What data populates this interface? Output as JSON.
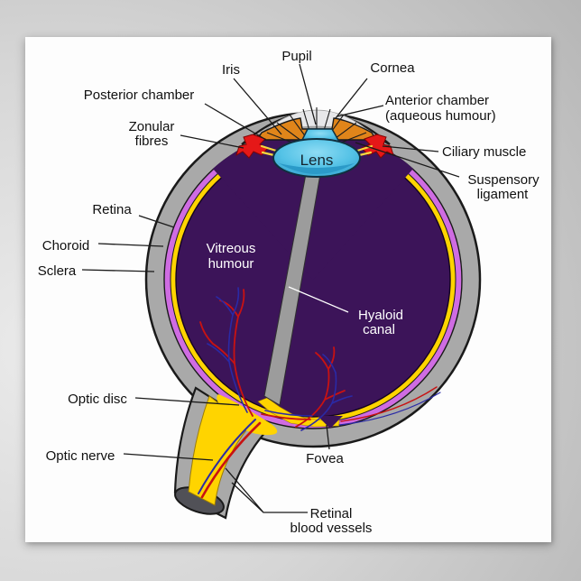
{
  "poster": {
    "labels": {
      "pupil": "Pupil",
      "iris": "Iris",
      "cornea": "Cornea",
      "posterior_chamber": "Posterior chamber",
      "zonular_1": "Zonular",
      "zonular_2": "fibres",
      "anterior_1": "Anterior chamber",
      "anterior_2": "(aqueous humour)",
      "ciliary": "Ciliary muscle",
      "suspensory_1": "Suspensory",
      "suspensory_2": "ligament",
      "retina": "Retina",
      "choroid": "Choroid",
      "sclera": "Sclera",
      "vitreous_1": "Vitreous",
      "vitreous_2": "humour",
      "hyaloid_1": "Hyaloid",
      "hyaloid_2": "canal",
      "lens": "Lens",
      "optic_disc": "Optic disc",
      "optic_nerve": "Optic nerve",
      "fovea": "Fovea",
      "retinal_1": "Retinal",
      "retinal_2": "blood vessels"
    },
    "colors": {
      "sclera": "#a9a9a9",
      "cornea": "#b2b2b2",
      "choroid": "#cf6ce2",
      "retina": "#ffd400",
      "vitreous": "#3c1459",
      "anterior_chamber": "#e7e7e9",
      "iris": "#e0851a",
      "ciliary_muscle": "#e51818",
      "lens": "#5cc6e9",
      "lens_shade": "#2b9ac8",
      "zonule": "#f5d93e",
      "hyaloid_canal": "#9c9c9c",
      "optic_nerve_fill": "#ffd400",
      "nerve_sheath": "#a9a9a9",
      "nerve_cut_face": "#515157",
      "vessel_red": "#c81212",
      "vessel_blue": "#2a2aa6",
      "outline": "#1a1a1a"
    }
  }
}
